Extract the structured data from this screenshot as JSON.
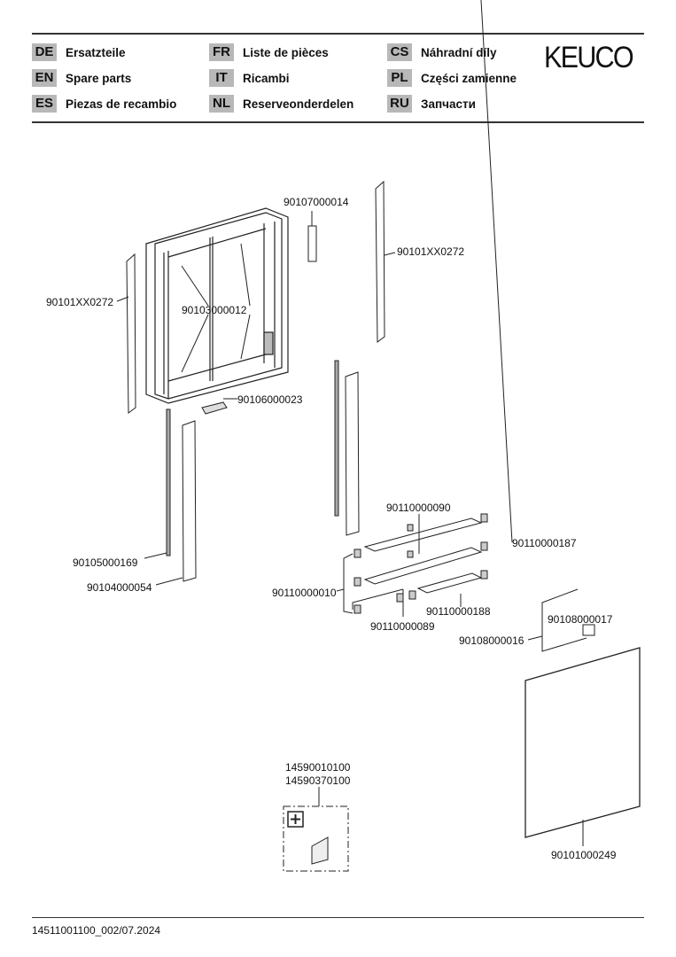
{
  "header": {
    "brand": "KEUCO",
    "languages": [
      {
        "code": "DE",
        "label": "Ersatzteile"
      },
      {
        "code": "EN",
        "label": "Spare parts"
      },
      {
        "code": "ES",
        "label": "Piezas de recambio"
      },
      {
        "code": "FR",
        "label": "Liste de pièces"
      },
      {
        "code": "IT",
        "label": "Ricambi"
      },
      {
        "code": "NL",
        "label": "Reserveonderdelen"
      },
      {
        "code": "CS",
        "label": "Náhradní díly"
      },
      {
        "code": "PL",
        "label": "Części zamienne"
      },
      {
        "code": "RU",
        "label": "Запчасти"
      }
    ]
  },
  "parts": {
    "p1": "90107000014",
    "p2": "90101XX0272",
    "p3": "90101XX0272",
    "p4": "90103000012",
    "p5": "90106000023",
    "p6": "90110000090",
    "p7": "90110000187",
    "p8": "90105000169",
    "p9": "90104000054",
    "p10": "90110000010",
    "p11": "90110000188",
    "p12": "90110000089",
    "p13": "90108000017",
    "p14": "90108000016",
    "p15a": "14590010100",
    "p15b": "14590370100",
    "p16": "90101000249"
  },
  "footer": {
    "doc_id": "14511001100_002/07.2024"
  }
}
